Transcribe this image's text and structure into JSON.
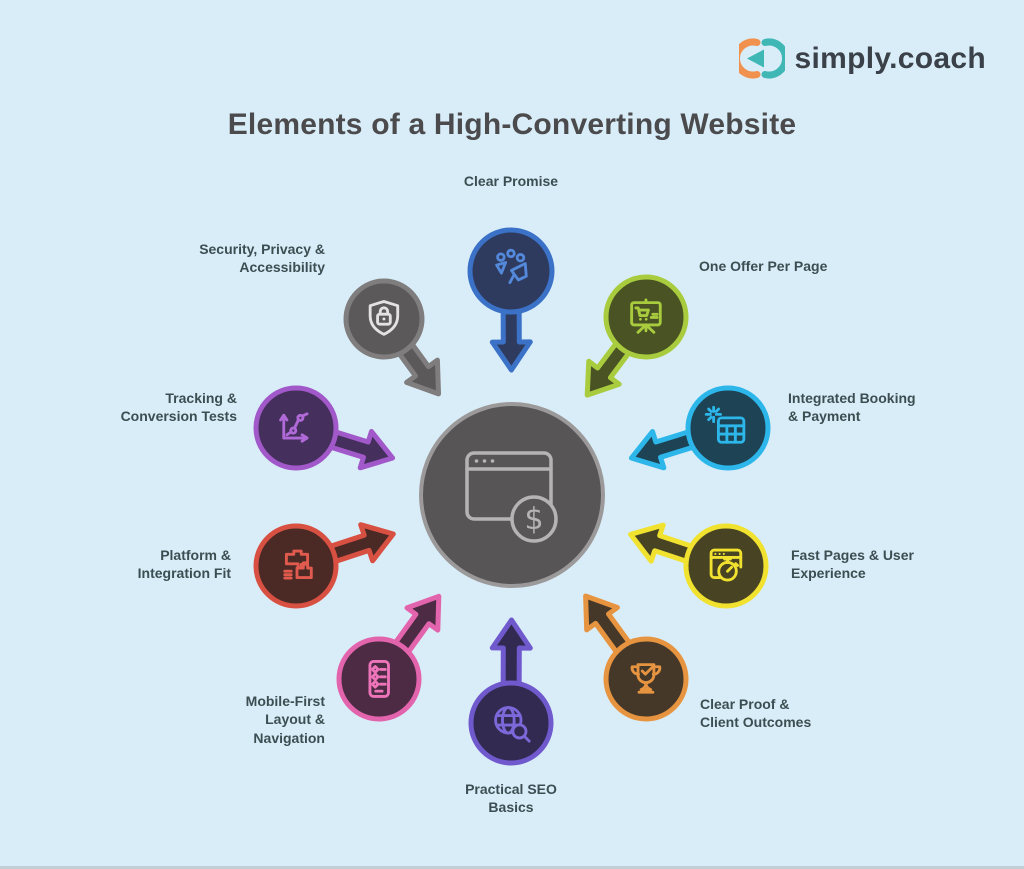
{
  "page": {
    "background": "#d9edf8"
  },
  "logo": {
    "brand": "simply.coach",
    "mark_orange": "#f0914e",
    "mark_teal": "#3fb7b5"
  },
  "title": {
    "text": "Elements of a High-Converting Website",
    "color": "#4b4b4d"
  },
  "label_color": "#3c4e52",
  "center": {
    "icon": "browser-dollar-icon",
    "fill": "#575556",
    "ring": "#9b9999",
    "icon_color": "#b5b3b3"
  },
  "items": [
    {
      "id": "clear-promise",
      "label": "Clear Promise",
      "accent": "#3b72c7",
      "fill": "#2e3b5e",
      "icon_color": "#5388da",
      "icon": "megaphone-audience-icon"
    },
    {
      "id": "one-offer-per-page",
      "label": "One Offer Per Page",
      "accent": "#a8cc3e",
      "fill": "#4a5323",
      "icon_color": "#a8cc3e",
      "icon": "offer-board-cart-icon"
    },
    {
      "id": "integrated-booking-payment",
      "label": "Integrated Booking\n& Payment",
      "accent": "#2cb6e9",
      "fill": "#1d4355",
      "icon_color": "#2cb6e9",
      "icon": "calendar-grid-sparkle-icon"
    },
    {
      "id": "fast-pages-user-experience",
      "label": "Fast Pages & User\nExperience",
      "accent": "#f0e22f",
      "fill": "#484423",
      "icon_color": "#f0e22f",
      "icon": "browser-stopwatch-icon"
    },
    {
      "id": "clear-proof-client-outcomes",
      "label": "Clear Proof &\nClient Outcomes",
      "accent": "#e79440",
      "fill": "#463829",
      "icon_color": "#e79440",
      "icon": "trophy-check-icon"
    },
    {
      "id": "practical-seo-basics",
      "label": "Practical SEO\nBasics",
      "accent": "#6f59cd",
      "fill": "#322a51",
      "icon_color": "#7c68d9",
      "icon": "globe-search-icon"
    },
    {
      "id": "mobile-first-layout-navigation",
      "label": "Mobile-First\nLayout &\nNavigation",
      "accent": "#e264ac",
      "fill": "#4e2b45",
      "icon_color": "#ee74ba",
      "icon": "phone-list-icon"
    },
    {
      "id": "platform-integration-fit",
      "label": "Platform &\nIntegration Fit",
      "accent": "#d85042",
      "fill": "#4b2a26",
      "icon_color": "#e05a4e",
      "icon": "puzzle-icon"
    },
    {
      "id": "tracking-conversion-tests",
      "label": "Tracking &\nConversion Tests",
      "accent": "#a158c9",
      "fill": "#452f5d",
      "icon_color": "#b06ad8",
      "icon": "chart-growth-icon"
    },
    {
      "id": "security-privacy-accessibility",
      "label": "Security, Privacy &\nAccessibility",
      "accent": "#7f7d7d",
      "fill": "#5b5959",
      "icon_color": "#e3e1e1",
      "icon": "shield-lock-icon"
    }
  ]
}
